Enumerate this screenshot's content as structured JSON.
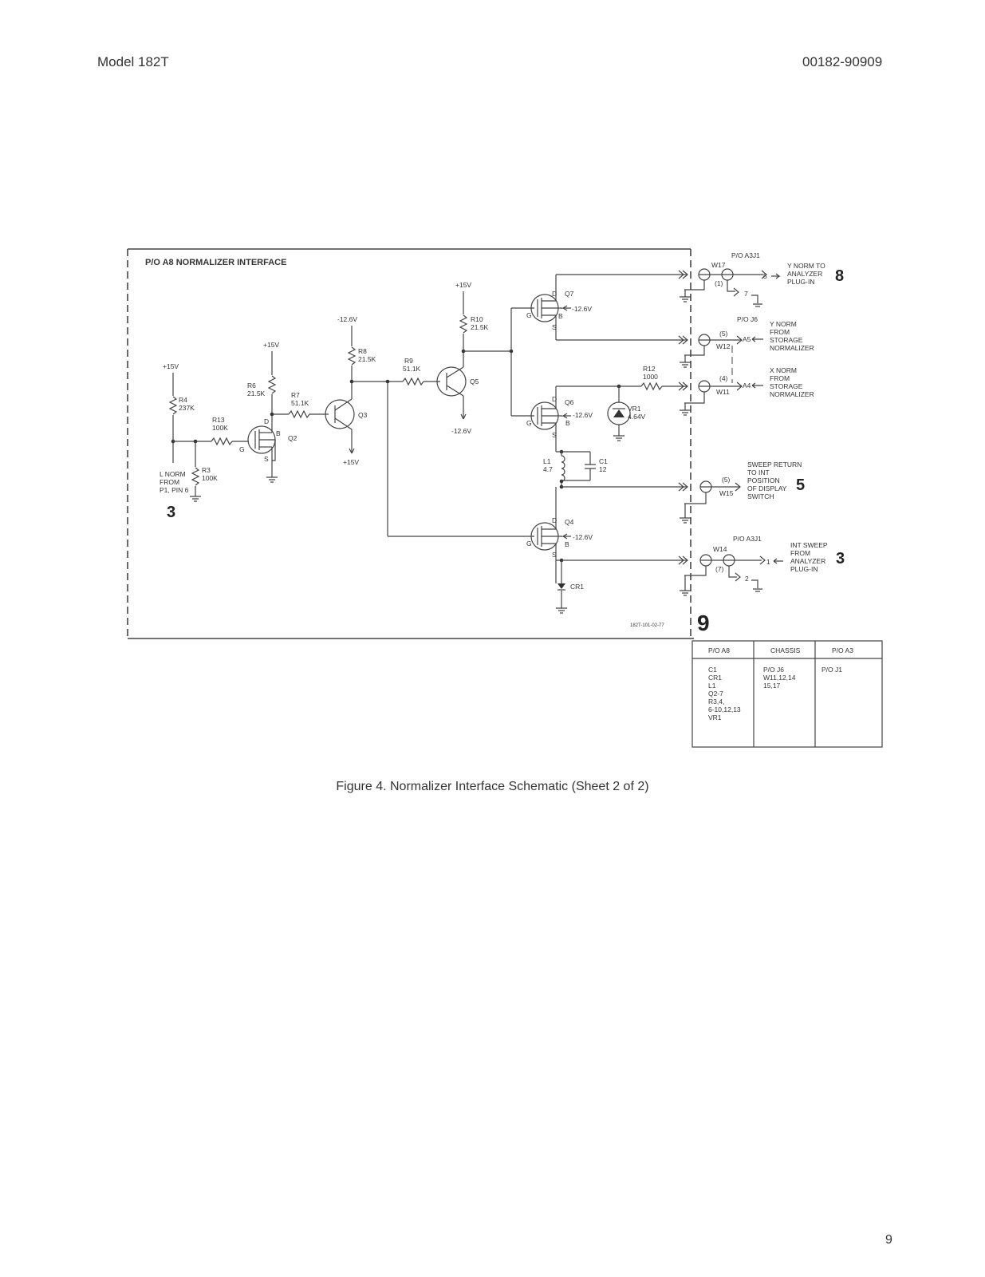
{
  "header": {
    "model": "Model 182T",
    "doc_number": "00182-90909"
  },
  "page_number": "9",
  "caption": "Figure 4.  Normalizer Interface Schematic (Sheet 2 of 2)",
  "schematic": {
    "box_title": "P/O A8 NORMALIZER INTERFACE",
    "drawing_id": "182T-101-02-77",
    "rails": {
      "p15": "+15V",
      "m126": "-12.6V"
    },
    "components": {
      "r4": [
        "R4",
        "237K"
      ],
      "r3": [
        "R3",
        "100K"
      ],
      "r13": [
        "R13",
        "100K"
      ],
      "r6": [
        "R6",
        "21.5K"
      ],
      "r7": [
        "R7",
        "51.1K"
      ],
      "r8": [
        "R8",
        "21.5K"
      ],
      "r9": [
        "R9",
        "51.1K"
      ],
      "r10": [
        "R10",
        "21.5K"
      ],
      "r12": [
        "R12",
        "1000"
      ],
      "l1": [
        "L1",
        "4.7"
      ],
      "c1": [
        "C1",
        "12"
      ],
      "vr1": [
        "VR1",
        "4.64V"
      ],
      "q2": "Q2",
      "q3": "Q3",
      "q4": "Q4",
      "q5": "Q5",
      "q6": "Q6",
      "q7": "Q7",
      "cr1": "CR1"
    },
    "pins": {
      "g": "G",
      "d": "D",
      "s": "S",
      "b": "B"
    },
    "input": {
      "l1": "L NORM",
      "l2": "FROM",
      "l3": "P1, PIN 6",
      "ref": "3"
    },
    "connectors": {
      "a3j1": "P/O A3J1",
      "j6": "P/O J6",
      "w17": "W17",
      "w12": "W12",
      "w11": "W11",
      "w15": "W15",
      "w14": "W14",
      "p1": "(1)",
      "p5": "(5)",
      "p4": "(4)",
      "p5b": "(5)",
      "p7": "(7)",
      "n5": "5",
      "n7": "7",
      "a5": "A5",
      "a4": "A4",
      "n1": "1",
      "n2": "2"
    },
    "outputs": {
      "ynorm_to": {
        "l1": "Y NORM TO",
        "l2": "ANALYZER",
        "l3": "PLUG-IN",
        "ref": "8"
      },
      "ynorm_from": {
        "l1": "Y NORM",
        "l2": "FROM",
        "l3": "STORAGE",
        "l4": "NORMALIZER"
      },
      "xnorm_from": {
        "l1": "X NORM",
        "l2": "FROM",
        "l3": "STORAGE",
        "l4": "NORMALIZER"
      },
      "sweep_return": {
        "l1": "SWEEP RETURN",
        "l2": "TO INT",
        "l3": "POSITION",
        "l4": "OF DISPLAY",
        "l5": "SWITCH",
        "ref": "5"
      },
      "int_sweep": {
        "l1": "INT SWEEP",
        "l2": "FROM",
        "l3": "ANALYZER",
        "l4": "PLUG-IN",
        "ref": "3"
      }
    },
    "page_ref": "9"
  },
  "parts_table": {
    "headers": [
      "P/O A8",
      "CHASSIS",
      "P/O A3"
    ],
    "col1": [
      "C1",
      "CR1",
      "L1",
      "Q2-7",
      "R3,4,",
      "6-10,12,13",
      "VR1"
    ],
    "col2": [
      "P/O J6",
      "W11,12,14",
      "15,17"
    ],
    "col3": [
      "P/O J1"
    ]
  }
}
